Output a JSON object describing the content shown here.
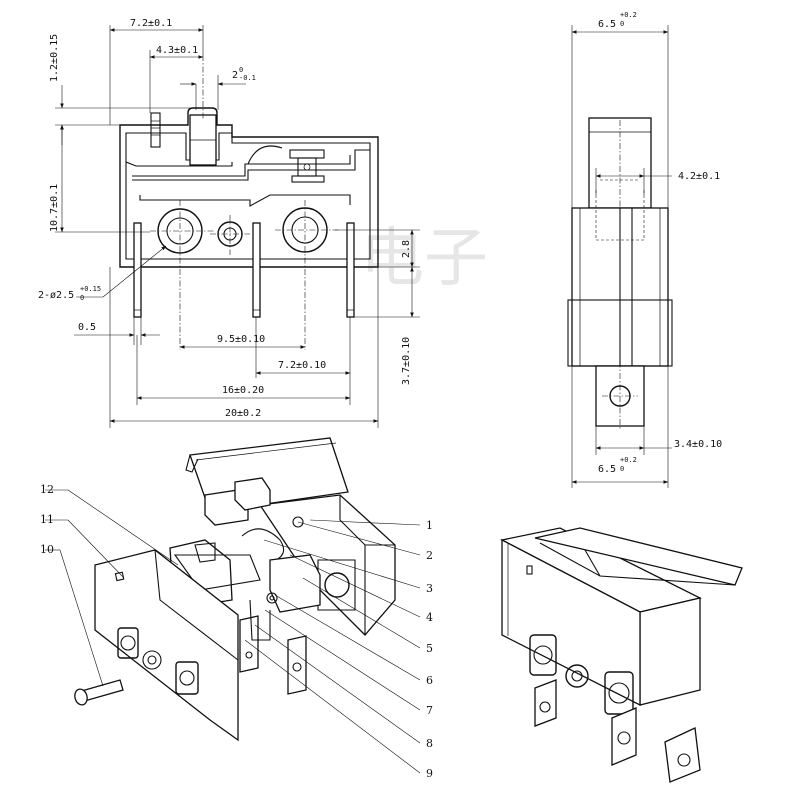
{
  "front_view": {
    "dims": {
      "d_7_2": "7.2±0.1",
      "d_4_3": "4.3±0.1",
      "d_2": "2",
      "d_2_tol_upper": "0",
      "d_2_tol_lower": "-0.1",
      "d_1_2": "1.2±0.15",
      "d_10_7": "10.7±0.1",
      "d_2_8": "2.8",
      "d_hole": "2-ø2.5",
      "d_hole_tol_upper": "+0.15",
      "d_hole_tol_lower": "0",
      "d_0_5": "0.5",
      "d_9_5": "9.5±0.10",
      "d_7_2b": "7.2±0.10",
      "d_3_7": "3.7±0.10",
      "d_16": "16±0.20",
      "d_20": "20±0.2"
    }
  },
  "side_view": {
    "dims": {
      "d_6_5_top": "6.5",
      "d_6_5_top_tol_upper": "+0.2",
      "d_6_5_top_tol_lower": "0",
      "d_4_2": "4.2±0.1",
      "d_3_4": "3.4±0.10",
      "d_6_5_bottom": "6.5",
      "d_6_5_bottom_tol_upper": "+0.2",
      "d_6_5_bottom_tol_lower": "0"
    }
  },
  "exploded_view": {
    "callouts": [
      "1",
      "2",
      "3",
      "4",
      "5",
      "6",
      "7",
      "8",
      "9",
      "10",
      "11",
      "12"
    ]
  },
  "watermark": "电子"
}
